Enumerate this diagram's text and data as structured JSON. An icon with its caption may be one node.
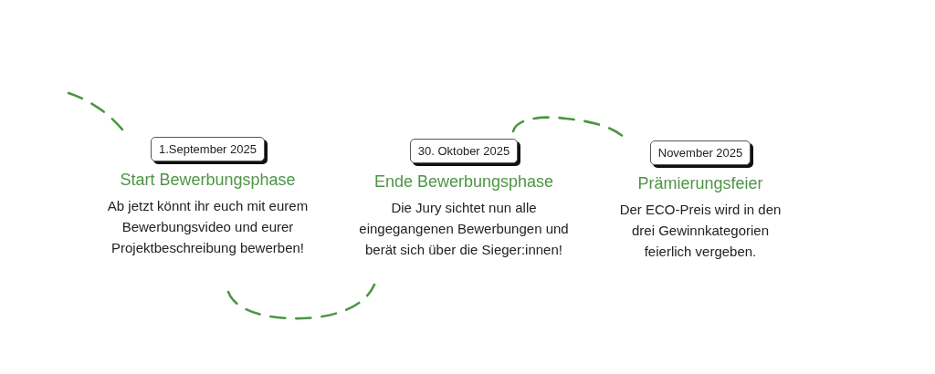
{
  "diagram": {
    "nodes": [
      {
        "text": [
          "1.September 2025",
          "Start Bewerbungsphase",
          "Ab jetzt könnt ihr euch mit eurem Bewerbungsvideo und eurer Projektbeschreibung bewerben!"
        ]
      },
      {
        "text": [
          "30. Oktober 2025",
          "Ende Bewerbungsphase",
          "Die Jury sichtet nun alle eingegangenen Bewerbungen und berät sich über die Sieger:innen!"
        ]
      },
      {
        "text": [
          "November 2025",
          "Prämierungsfeier",
          "Der ECO-Preis wird in den drei Gewinnkategorien feierlich vergeben."
        ]
      }
    ],
    "edges": [
      {
        "from": null,
        "to": 0,
        "arrow": "none",
        "style": "dashed"
      },
      {
        "from": 0,
        "to": 1,
        "arrow": "none",
        "style": "dashed"
      },
      {
        "from": 1,
        "to": 2,
        "arrow": "none",
        "style": "dashed"
      }
    ]
  }
}
